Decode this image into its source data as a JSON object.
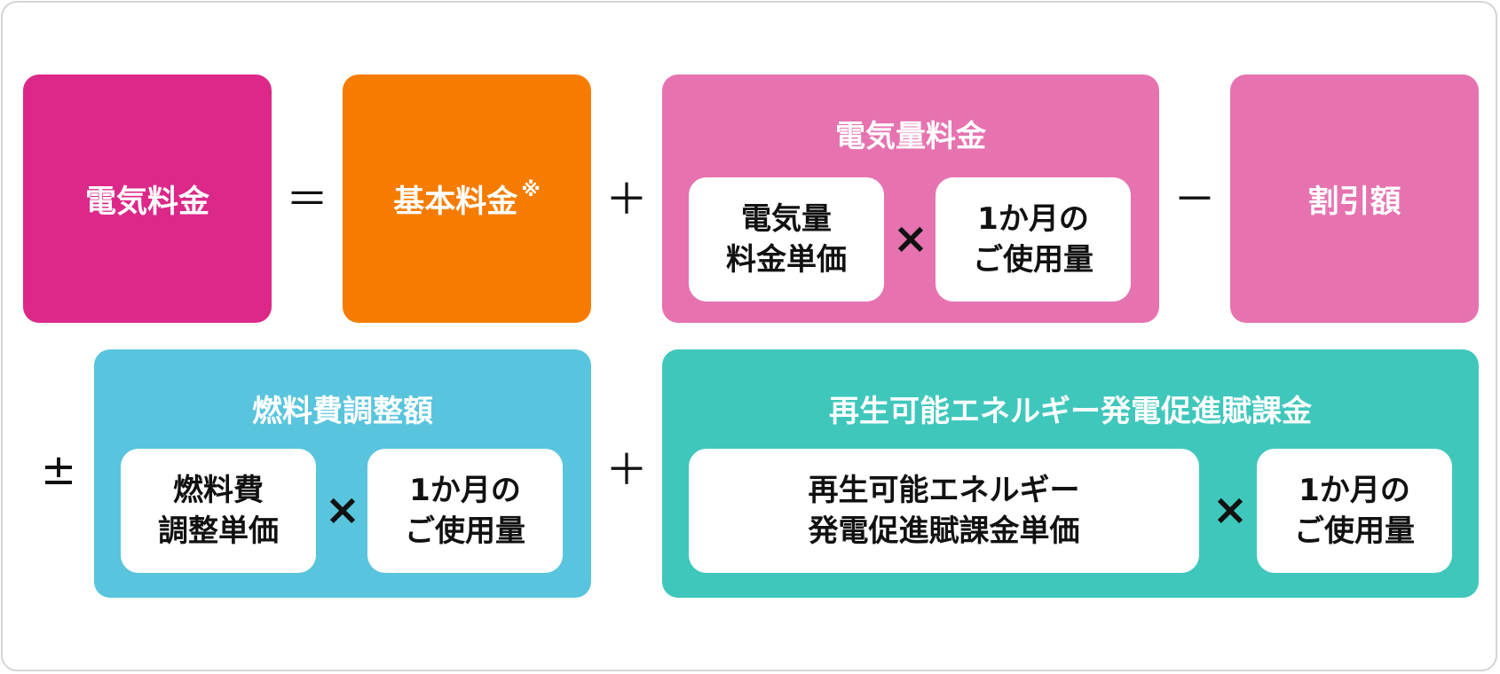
{
  "colors": {
    "total": "#dc2889",
    "base": "#f57c00",
    "energy": "#e673b0",
    "discount": "#e673b0",
    "fuel": "#59c4dd",
    "renewable": "#40c7bc"
  },
  "row1": {
    "total": {
      "label": "電気料金"
    },
    "eq": "＝",
    "base": {
      "label": "基本料金",
      "note": "※"
    },
    "plus1": "＋",
    "energy": {
      "title": "電気量料金",
      "unit_price": "電気量\n料金単価",
      "times": "×",
      "usage": "1か月の\nご使用量"
    },
    "minus": "－",
    "discount": {
      "label": "割引額"
    }
  },
  "row2": {
    "plusminus": "±",
    "fuel": {
      "title": "燃料費調整額",
      "unit_price": "燃料費\n調整単価",
      "times": "×",
      "usage": "1か月の\nご使用量"
    },
    "plus2": "＋",
    "renewable": {
      "title": "再生可能エネルギー発電促進賦課金",
      "unit_price": "再生可能エネルギー\n発電促進賦課金単価",
      "times": "×",
      "usage": "1か月の\nご使用量"
    }
  }
}
